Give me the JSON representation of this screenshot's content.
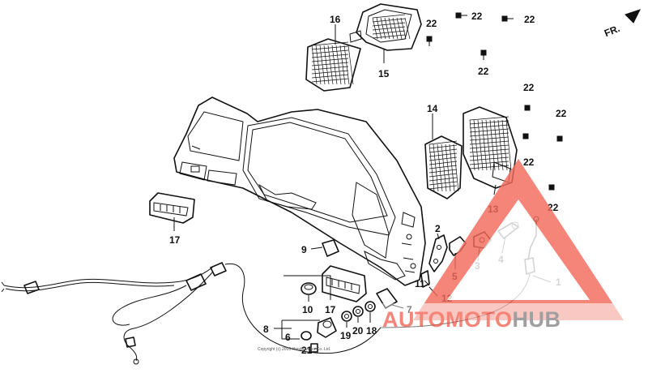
{
  "diagram": {
    "direction_label": "FR.",
    "copyright_text": "Copyright (c) 2003 Honda Motor Co. Ltd.",
    "callouts": [
      "1",
      "2",
      "3",
      "4",
      "5",
      "6",
      "7",
      "8",
      "9",
      "10",
      "11",
      "12",
      "13",
      "14",
      "15",
      "16",
      "17",
      "17",
      "18",
      "19",
      "20",
      "21",
      "22",
      "22",
      "22",
      "22",
      "22",
      "22",
      "22",
      "22"
    ]
  },
  "watermark": {
    "brand_part1": "AUTOMOTO",
    "brand_part2": "HUB",
    "color_primary": "#f26b5b",
    "color_secondary": "#8a8a8a"
  }
}
